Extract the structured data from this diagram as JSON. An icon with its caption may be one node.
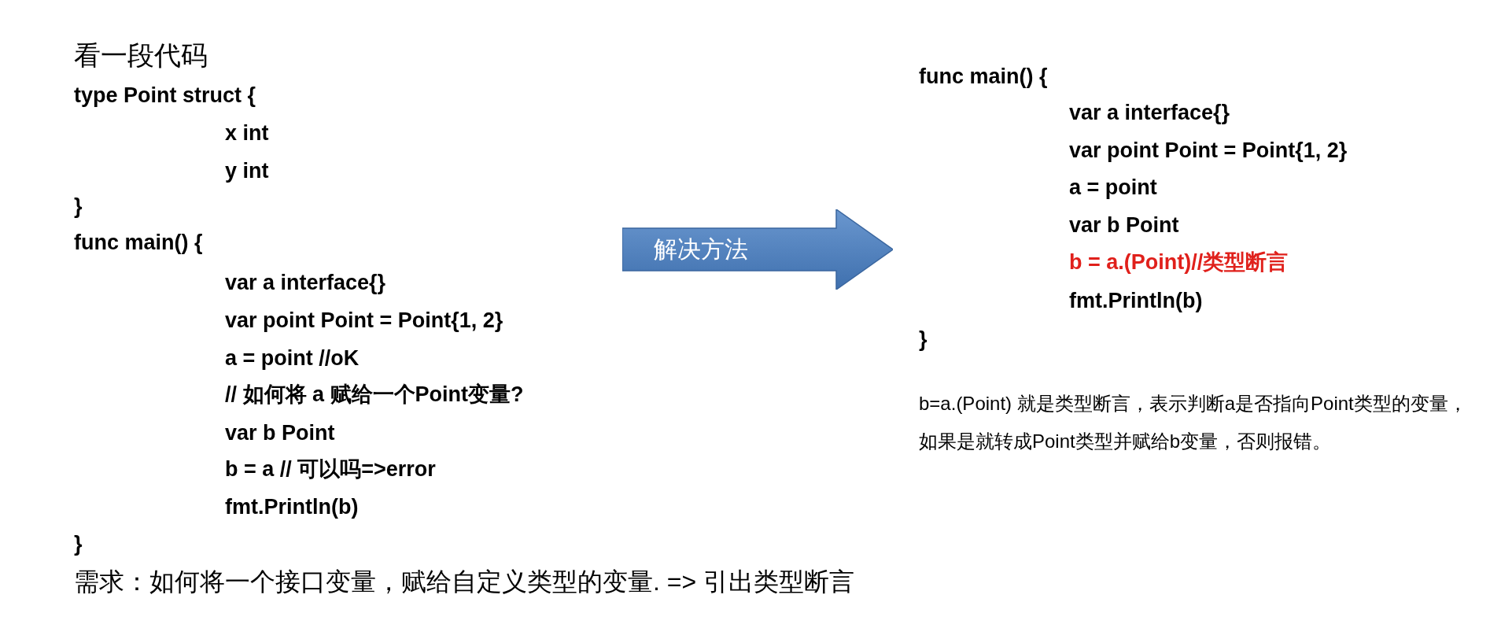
{
  "diagram": {
    "nodes": [
      {
        "text": [
          "解决方法"
        ]
      }
    ],
    "labels": [
      "看一段代码",
      "type Point struct {",
      "x int",
      "y int",
      "}",
      "func main() {",
      "var a interface{}",
      "var point Point = Point{1, 2}",
      "a = point  //oK",
      "// 如何将 a 赋给一个Point变量?",
      "var b Point",
      "b = a // 可以吗=>error",
      "fmt.Println(b)",
      "}",
      "func main() {",
      "var a interface{}",
      "var point Point = Point{1, 2}",
      "a = point",
      "var b Point",
      "b = a.(Point)//类型断言",
      "fmt.Println(b)",
      "}",
      "b=a.(Point) 就是类型断言，表示判断a是否指向Point类型的变量，如果是就转成Point类型并赋给b变量，否则报错。",
      "需求：如何将一个接口变量，赋给自定义类型的变量. => 引出类型断言"
    ]
  }
}
